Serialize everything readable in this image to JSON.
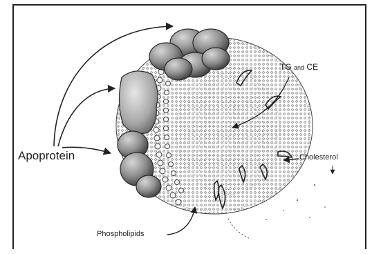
{
  "diagram": {
    "labels": {
      "apoprotein": "Apoprotein",
      "tg": "TG",
      "and": "and",
      "ce": "CE",
      "cholesterol": "Cholesterol",
      "phospholipids": "Phospholipids"
    },
    "colors": {
      "ink": "#222222",
      "protein_fill": "#8f8f8f",
      "protein_dark": "#5a5a5a",
      "core_stipple": "#9a9a9a",
      "background": "#ffffff"
    }
  }
}
